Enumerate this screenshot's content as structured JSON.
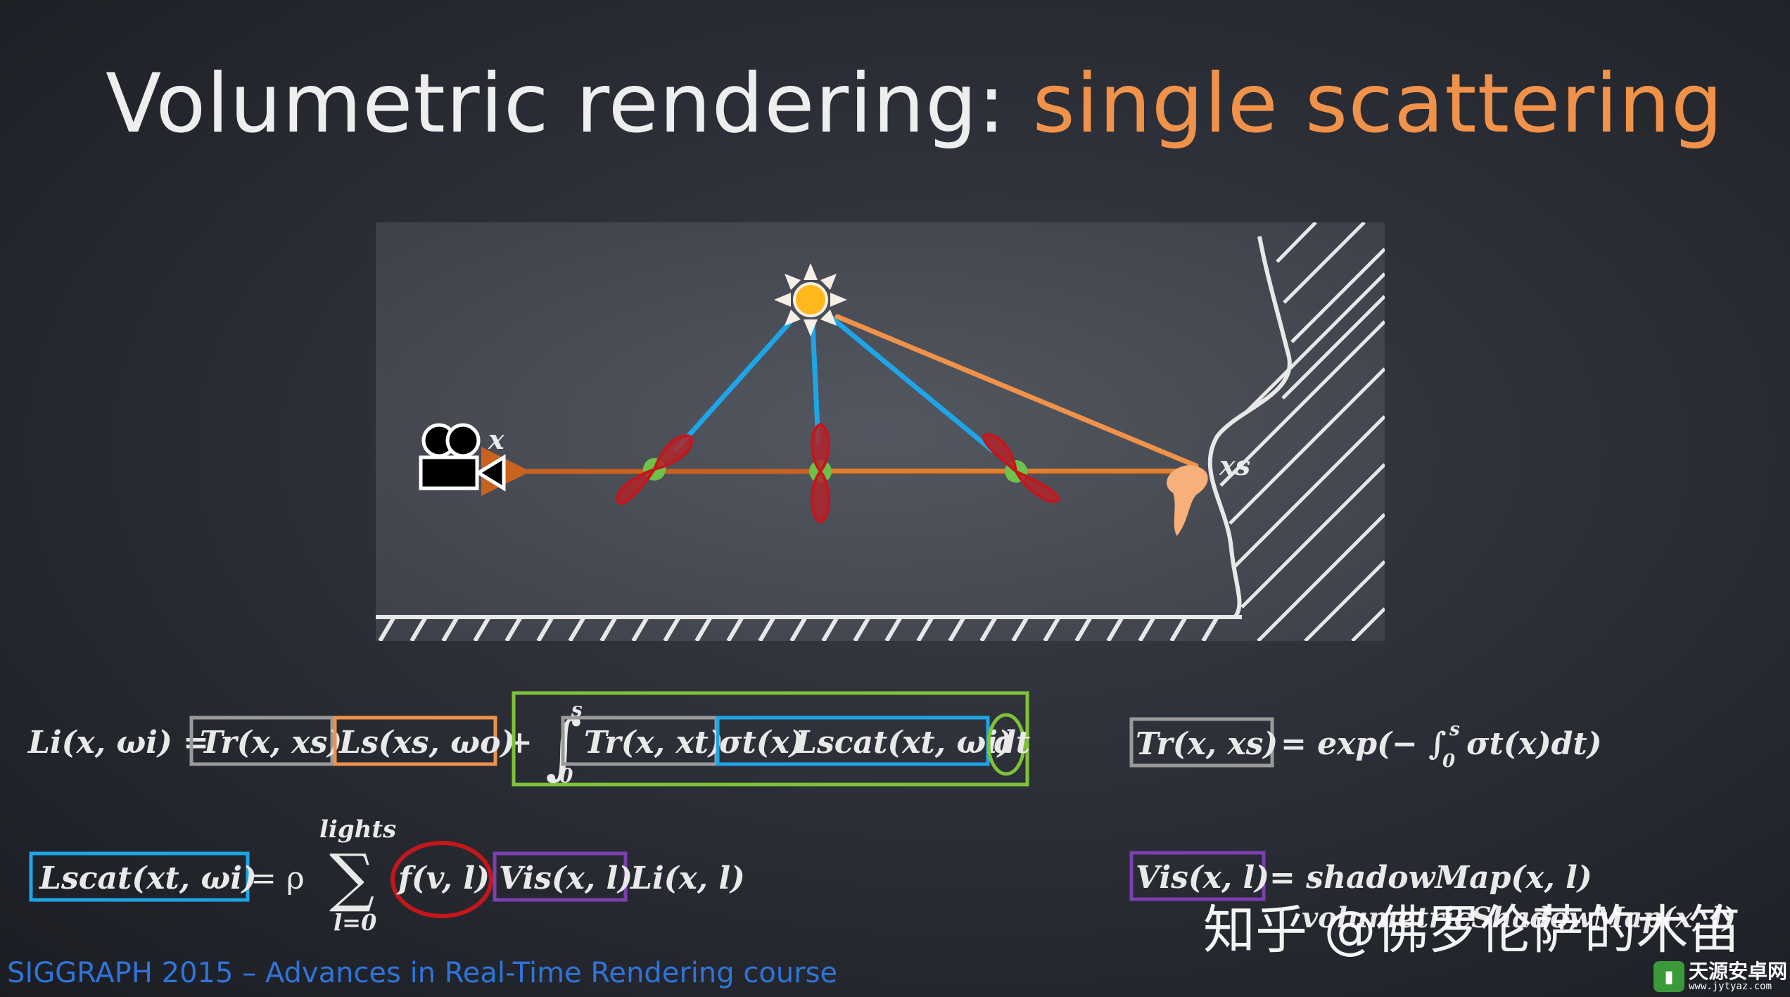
{
  "title": {
    "main": "Volumetric rendering: ",
    "accent": "single scattering",
    "accent_color": "#f0924a"
  },
  "diagram": {
    "camera_label": "x",
    "surface_point_label": "xs",
    "colors": {
      "light_ray": "#1ea5e8",
      "shadow_ray": "#f0924a",
      "view_ray": "#c8621e",
      "phase_lobe": "#b0262b",
      "scatter_point": "#6cc24a"
    }
  },
  "equations": {
    "eq1": {
      "lhs": "Li(x, ωi) = ",
      "term_tr": "Tr(x, xs)",
      "term_ls": "Ls(xs, ωo)",
      "plus": "+",
      "integral_upper": "s",
      "integral_lower": "0",
      "term_tr_xt": "Tr(x, xt)",
      "sigma": "σt(x)",
      "term_lscat": "Lscat(xt, ωi)",
      "dt": "dt",
      "box_colors": {
        "tr": "#9a9a9a",
        "ls": "#f0924a",
        "integral": "#7ec23a",
        "lscat": "#1ea5e8",
        "dt": "#7ec23a"
      }
    },
    "eq2": {
      "lhs": "Tr(x, xs)",
      "rhs": "= exp(− ∫",
      "upper": "s",
      "lower": "0",
      "rest": "σt(x)dt)"
    },
    "eq3": {
      "lhs": "Lscat(xt, ωi)",
      "eq": "= ρ",
      "sum_upper": "lights",
      "sum_lower": "l=0",
      "f_term": "f(v, l)",
      "vis_term": "Vis(x, l)",
      "li_term": "Li(x, l)",
      "box_colors": {
        "lscat": "#1ea5e8",
        "f": "#c4161c",
        "vis": "#7b3fb0"
      }
    },
    "eq4": {
      "lhs": "Vis(x, l)",
      "rhs": "= shadowMap(x, l)",
      "second_line": "volumetricShadowMap(x, l)"
    }
  },
  "footer": "SIGGRAPH 2015 – Advances in Real-Time Rendering course",
  "watermark": "知乎 @佛罗伦萨的木笛",
  "site_badge": {
    "name": "天源安卓网",
    "url": "www.jytyaz.com"
  }
}
